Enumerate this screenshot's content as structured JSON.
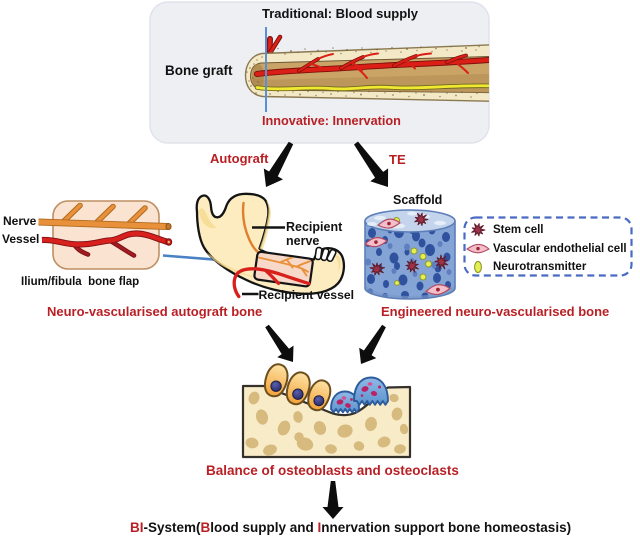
{
  "palette": {
    "red_text": "#b92025",
    "black_text": "#111111",
    "panel_bg": "#edeff3",
    "panel_border": "#dfe3ea",
    "arrow_black": "#0d0d0d",
    "blue_line": "#5b8fd4",
    "blue_arrow": "#4a80c4",
    "legend_border": "#4a6bc4",
    "vessel_red": "#d8201d",
    "vessel_dark_red": "#8e1b22",
    "nerve_yellow": "#f1e832",
    "nerve_orange": "#e8913a",
    "bone_cortical": "#f4e9c6",
    "bone_marrow": "#c9a466",
    "flap_fill": "#fbe3d2",
    "jaw_fill": "#fcecc0",
    "graft_pink": "#f8d8c8",
    "scaffold_body": "#8aa8d8",
    "scaffold_top": "#c3d4ec",
    "pore_dark": "#2f519e",
    "stem_cell": "#9c3148",
    "endothelial_pink": "#f4bfcb",
    "neurotransmitter_yellow": "#e4ef52",
    "tissue_fill": "#f8ebc8",
    "tissue_blob": "#d9bf85",
    "osteoblast_orange": "#f5a93c",
    "osteoclast_blue": "#74a9dd",
    "osteoclast_nucleus": "#c2266b"
  },
  "top_panel": {
    "title": "Traditional: Blood supply",
    "bone_label": "Bone graft",
    "subtitle": "Innovative: Innervation"
  },
  "branches": {
    "left_label": "Autograft",
    "right_label": "TE"
  },
  "flap": {
    "nerve_label": "Nerve",
    "vessel_label": "Vessel",
    "caption": "Ilium/fibula  bone flap",
    "result_label": "Neuro-vascularised autograft bone"
  },
  "jaw": {
    "recipient_nerve_label": "Recipient nerve",
    "recipient_vessel_label": "Recipient vessel"
  },
  "scaffold": {
    "label": "Scaffold",
    "result_label": "Engineered neuro-vascularised bone"
  },
  "legend": {
    "items": [
      {
        "icon": "stem-cell-icon",
        "label": "Stem cell"
      },
      {
        "icon": "vascular-endothelial-cell-icon",
        "label": "Vascular endothelial cell"
      },
      {
        "icon": "neurotransmitter-icon",
        "label": "Neurotransmitter"
      }
    ]
  },
  "remodeling": {
    "caption": "Balance of osteoblasts and osteoclasts"
  },
  "conclusion": {
    "segments": [
      {
        "text": "BI",
        "color": "#b92025"
      },
      {
        "text": "-System(",
        "color": "#111111"
      },
      {
        "text": "B",
        "color": "#b92025"
      },
      {
        "text": "lood supply and ",
        "color": "#111111"
      },
      {
        "text": "I",
        "color": "#b92025"
      },
      {
        "text": "nnervation support bone homeostasis)",
        "color": "#111111"
      }
    ]
  }
}
